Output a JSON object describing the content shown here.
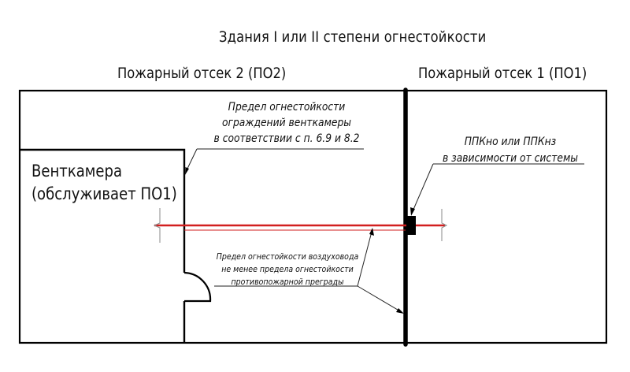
{
  "diagram": {
    "title": "Здания I или II степени огнестойкости",
    "zones": [
      {
        "id": "zone-2",
        "label": "Пожарный отсек 2 (ПО2)"
      },
      {
        "id": "zone-1",
        "label": "Пожарный отсек 1 (ПО1)"
      }
    ],
    "vent_chamber": {
      "line1": "Венткамера",
      "line2": "(обслуживает ПО1)"
    },
    "annotations": {
      "wall_fire_resistance": [
        "Предел огнестойкости",
        "ограждений венткамеры",
        "в соответствии с п. 6.9 и 8.2"
      ],
      "fire_damper": [
        "ППКно или ППКнз",
        "в зависимости от системы"
      ],
      "duct_fire_resistance": [
        "Предел огнестойкости воздуховода",
        "не менее предела огнестойкости",
        "противопожарной преграды"
      ]
    },
    "colors": {
      "lines": "#000000",
      "duct": "#d21f1f",
      "break_marks": "#8a8a8a",
      "background": "#ffffff"
    }
  }
}
